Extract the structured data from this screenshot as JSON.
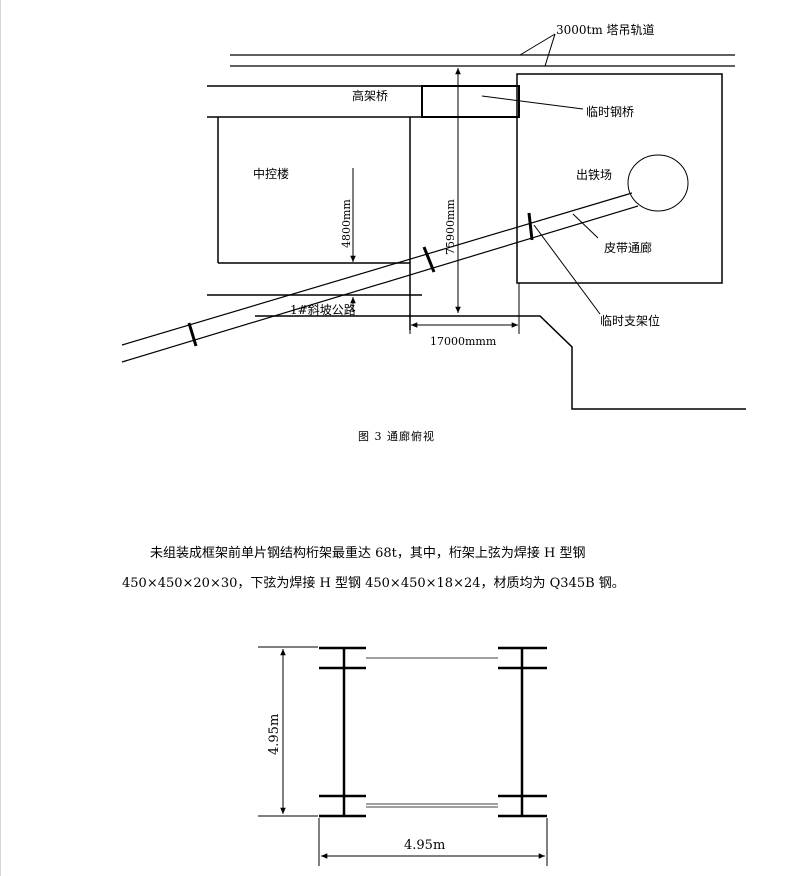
{
  "figure3": {
    "labels": {
      "crane_track": "3000tm 塔吊轨道",
      "viaduct": "高架桥",
      "temp_bridge": "临时钢桥",
      "control_building": "中控楼",
      "tapping_yard": "出铁场",
      "belt_corridor": "皮带通廊",
      "ramp_road": "1#斜坡公路",
      "temp_support": "临时支架位",
      "dim_4800": "4800mm",
      "dim_75900": "75900mm",
      "dim_17000": "17000mmm"
    },
    "caption": "图 3   通廊俯视"
  },
  "paragraph": "未组装成框架前单片钢结构桁架最重达 68t，其中，桁架上弦为焊接 H 型钢 450×450×20×30，下弦为焊接 H 型钢 450×450×18×24，材质均为 Q345B 钢。",
  "figure4": {
    "dim_vertical": "4.95m",
    "dim_horizontal": "4.95m"
  }
}
